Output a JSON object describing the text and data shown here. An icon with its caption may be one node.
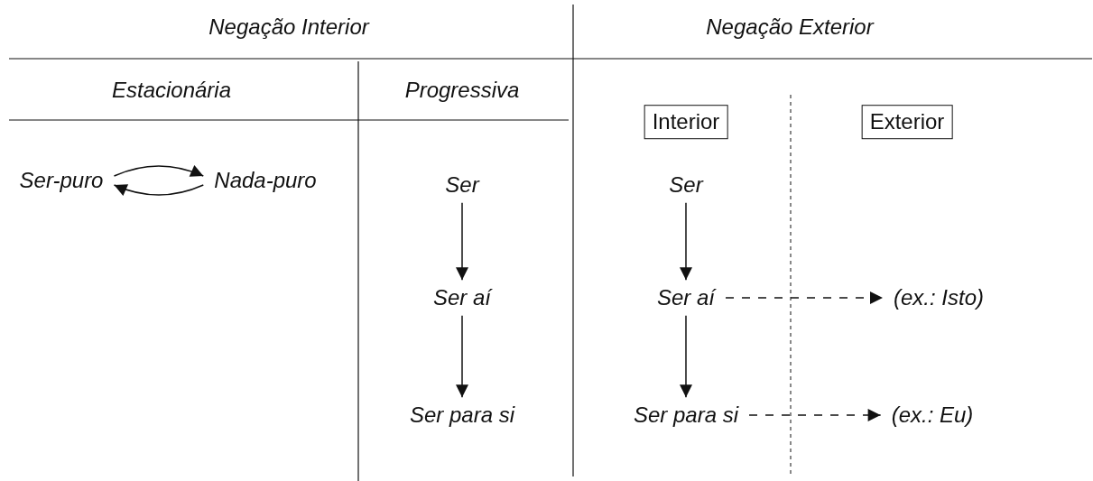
{
  "diagram": {
    "nodes": [
      {
        "text": [
          "Ser-puro"
        ]
      },
      {
        "text": [
          "Nada-puro"
        ]
      },
      {
        "text": [
          "Ser"
        ]
      },
      {
        "text": [
          "Ser aí"
        ]
      },
      {
        "text": [
          "Ser para si"
        ]
      },
      {
        "text": [
          "Interior"
        ]
      },
      {
        "text": [
          "Exterior"
        ]
      },
      {
        "text": [
          "Ser"
        ]
      },
      {
        "text": [
          "Ser aí"
        ]
      },
      {
        "text": [
          "Ser para si"
        ]
      },
      {
        "text": [
          "(ex.: Isto)"
        ]
      },
      {
        "text": [
          "(ex.: Eu)"
        ]
      }
    ],
    "edges": [
      {
        "from": 0,
        "to": 1,
        "arrow": "to"
      },
      {
        "from": 1,
        "to": 0,
        "arrow": "to"
      },
      {
        "from": 2,
        "to": 3,
        "arrow": "to"
      },
      {
        "from": 3,
        "to": 4,
        "arrow": "to"
      },
      {
        "from": 7,
        "to": 8,
        "arrow": "to"
      },
      {
        "from": 8,
        "to": 9,
        "arrow": "to"
      },
      {
        "from": 8,
        "to": 10,
        "arrow": "to",
        "style": "dashed"
      },
      {
        "from": 9,
        "to": 11,
        "arrow": "to",
        "style": "dashed"
      }
    ],
    "labels": [
      "Negação Interior",
      "Negação Exterior",
      "Estacionária",
      "Progressiva"
    ]
  }
}
